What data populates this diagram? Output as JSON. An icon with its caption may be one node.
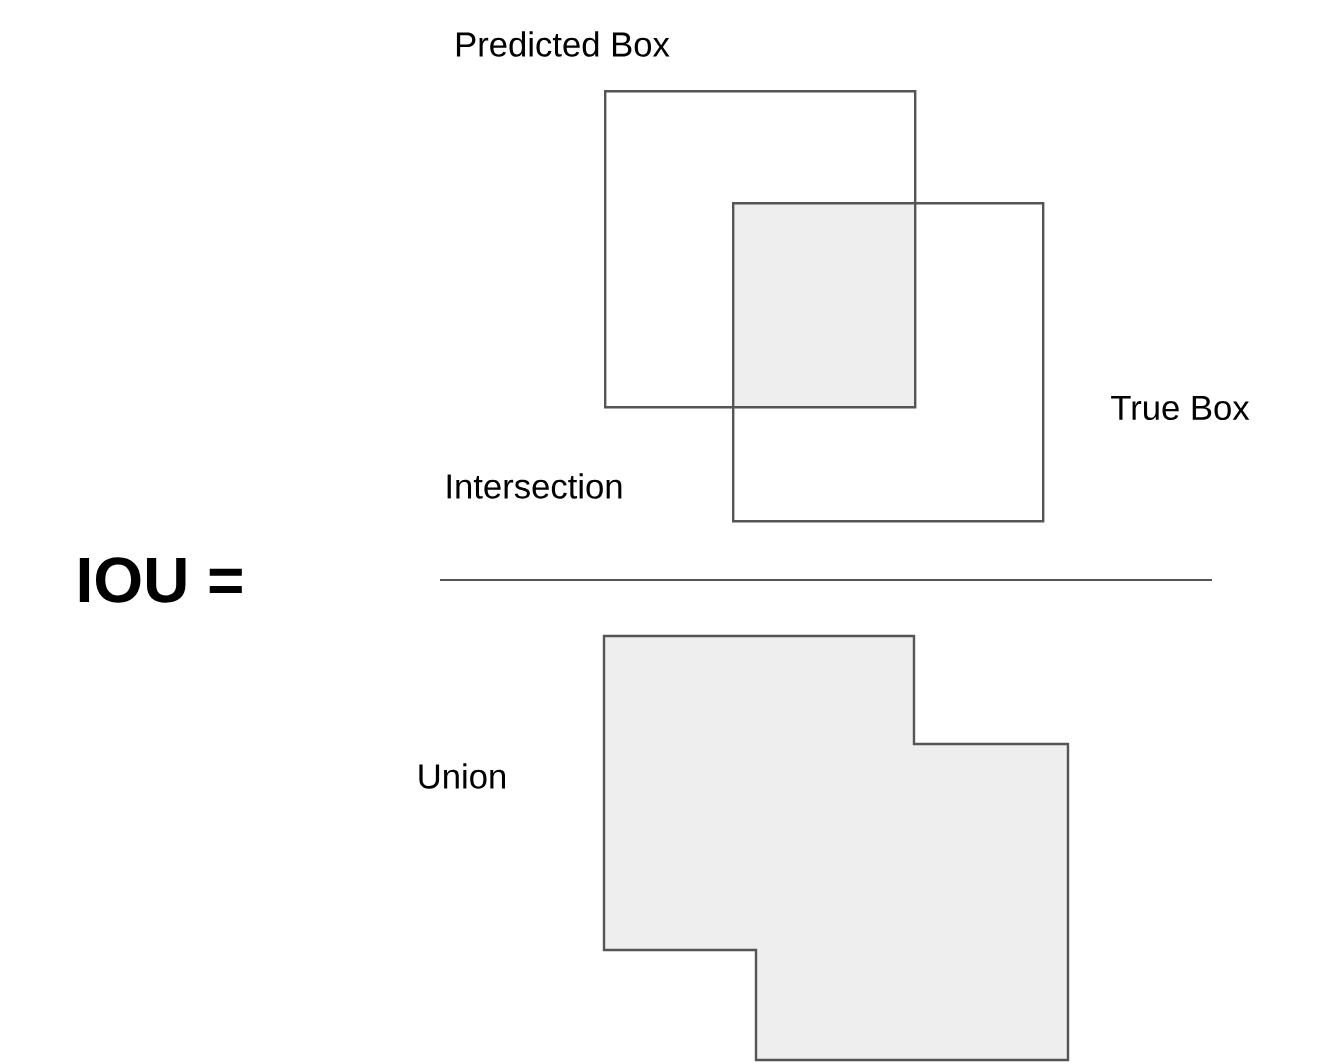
{
  "diagram": {
    "nodes": [
      {
        "text": [
          "Predicted Box"
        ]
      },
      {
        "text": [
          "True Box"
        ]
      },
      {
        "text": [],
        "shape": "box"
      },
      {
        "text": [
          "Union"
        ]
      }
    ],
    "labels": [
      "Intersection",
      "IOU ="
    ]
  }
}
